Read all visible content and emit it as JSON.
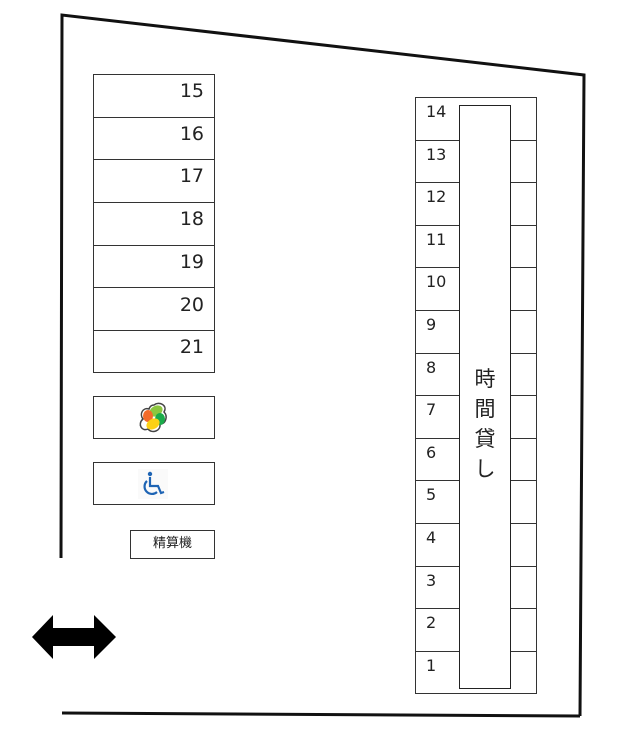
{
  "diagram": {
    "type": "parking-lot-layout",
    "left_column": {
      "slots": [
        "15",
        "16",
        "17",
        "18",
        "19",
        "20",
        "21"
      ]
    },
    "right_column": {
      "slots": [
        "14",
        "13",
        "12",
        "11",
        "10",
        "9",
        "8",
        "7",
        "6",
        "5",
        "4",
        "3",
        "2",
        "1"
      ],
      "center_label": [
        "時",
        "間",
        "貸",
        "し"
      ]
    },
    "special_spaces": [
      {
        "icon": "clover-logo-icon"
      },
      {
        "icon": "wheelchair-icon"
      }
    ],
    "payment_machine": {
      "label": "精算機"
    },
    "entrance": {
      "icon": "double-arrow-icon"
    },
    "colors": {
      "wheelchair": "#1e64b4",
      "logo_orange": "#f26a2a",
      "logo_green_light": "#8cc63f",
      "logo_green": "#1aab4a",
      "logo_yellow": "#fcd116"
    }
  }
}
